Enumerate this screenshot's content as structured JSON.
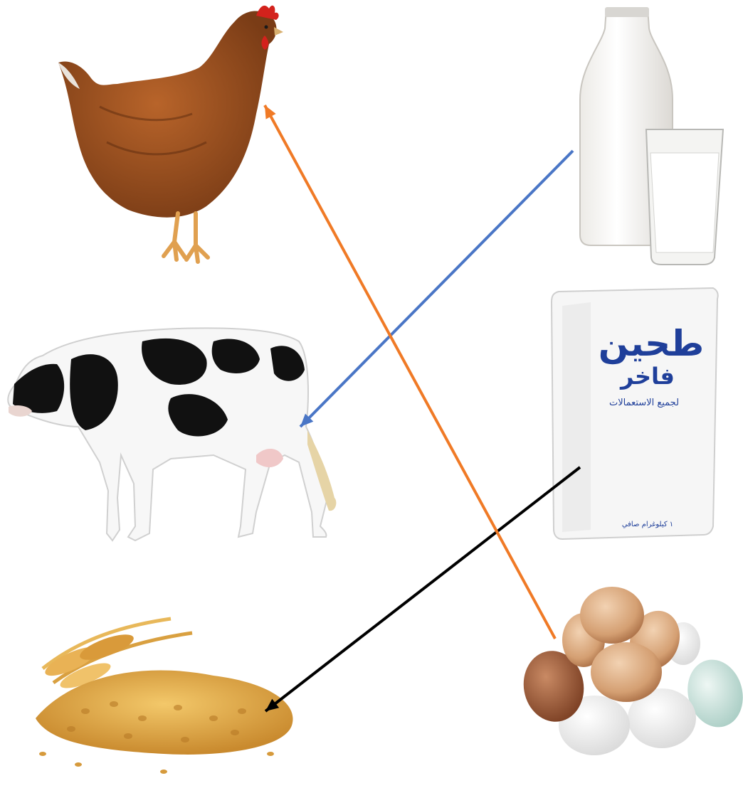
{
  "products": {
    "flour_bag": {
      "title": "طحين",
      "subtitle": "فاخر",
      "tagline": "لجميع الاستعمالات",
      "weight": "١ كيلوغرام صافي"
    }
  },
  "matches": [
    {
      "from": "milk",
      "to": "cow",
      "color": "#4a76c6"
    },
    {
      "from": "flour",
      "to": "wheat",
      "color": "#000000"
    },
    {
      "from": "eggs",
      "to": "hen",
      "color": "#f07a26"
    }
  ]
}
